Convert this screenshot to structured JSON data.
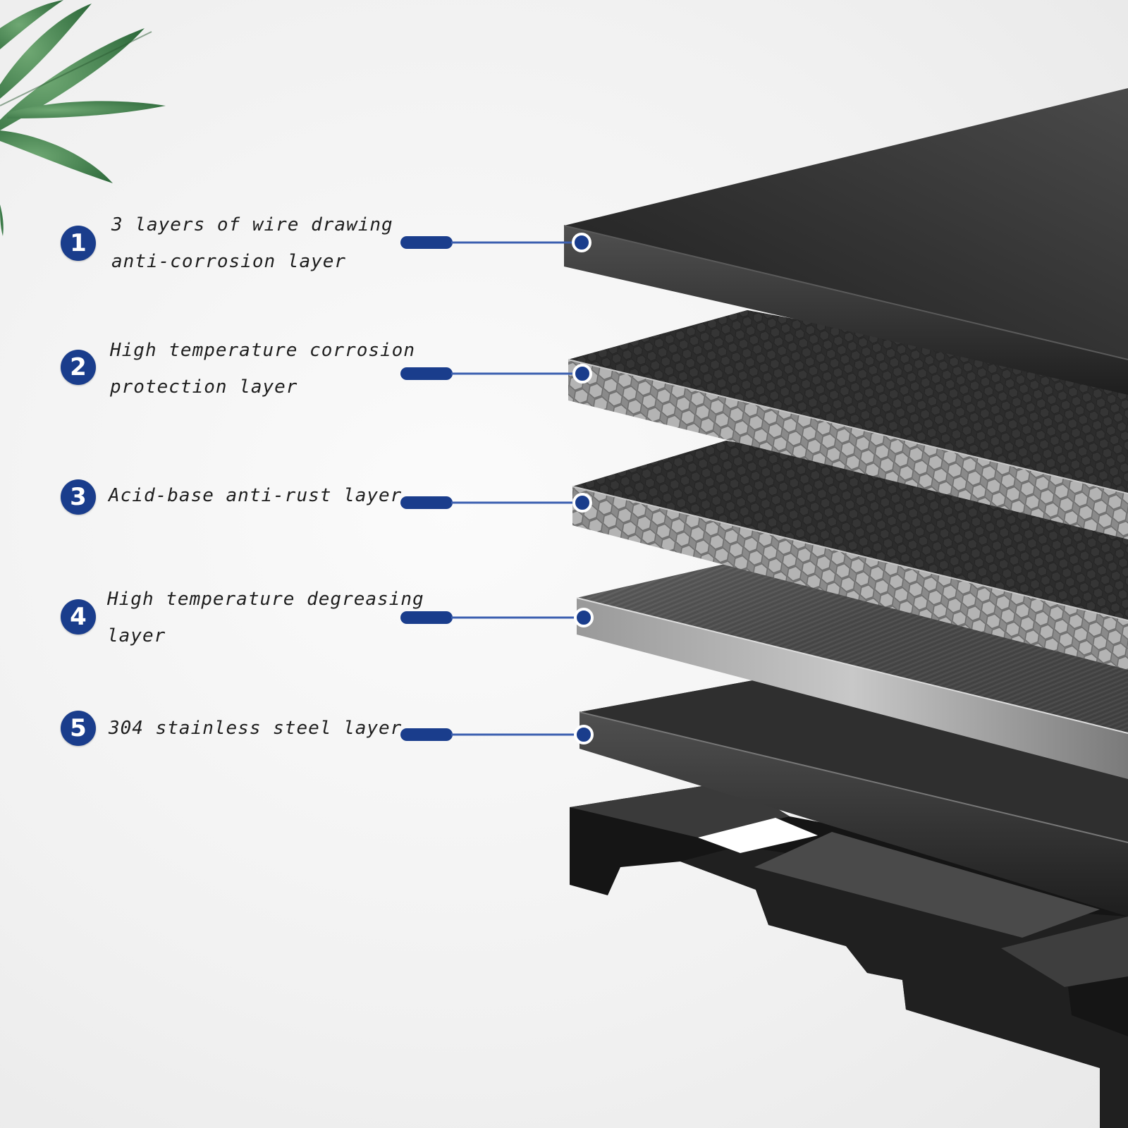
{
  "layers": [
    {
      "number": "1",
      "line1": "3 layers of wire drawing",
      "line2": "anti-corrosion layer"
    },
    {
      "number": "2",
      "line1": "High temperature corrosion",
      "line2": "protection layer"
    },
    {
      "number": "3",
      "line1": "Acid-base anti-rust layer",
      "line2": ""
    },
    {
      "number": "4",
      "line1": "High temperature degreasing",
      "line2": "layer"
    },
    {
      "number": "5",
      "line1": "304 stainless steel layer",
      "line2": ""
    }
  ],
  "colors": {
    "accent": "#1a3d8c",
    "connector": "#3b5fb0",
    "plate_dark": "#2b2b2b",
    "plate_mid": "#3c3c3c"
  },
  "icons": {
    "decor": "leaf-icon"
  }
}
